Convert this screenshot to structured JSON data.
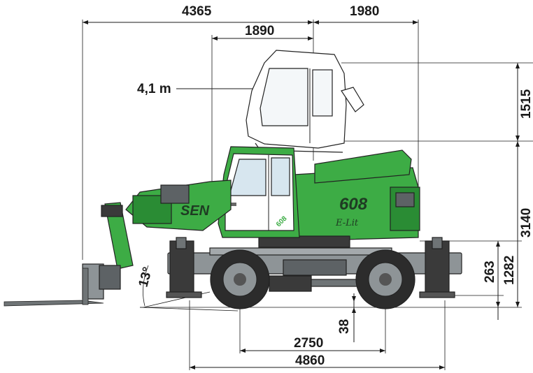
{
  "diagram": {
    "dimensions": {
      "overall_front": "4365",
      "rear_overhang": "1980",
      "cab_offset": "1890",
      "cab_raised_height_label": "4,1 m",
      "cab_lift": "1515",
      "cab_height": "3140",
      "outrigger_lift": "263",
      "upper_height": "1282",
      "ground_clearance": "38",
      "wheelbase": "2750",
      "outrigger_span": "4860",
      "angle": "13°"
    },
    "machine": {
      "brand": "SEN",
      "model": "608",
      "script": "E-Lit",
      "cab_badge": "608"
    },
    "colors": {
      "body_green": "#3dac45",
      "dark_green": "#2a8c34",
      "chassis_gray": "#8e9497",
      "tire_dark": "#2c2c2c",
      "glass": "#d7e6ef",
      "white": "#ffffff"
    }
  }
}
